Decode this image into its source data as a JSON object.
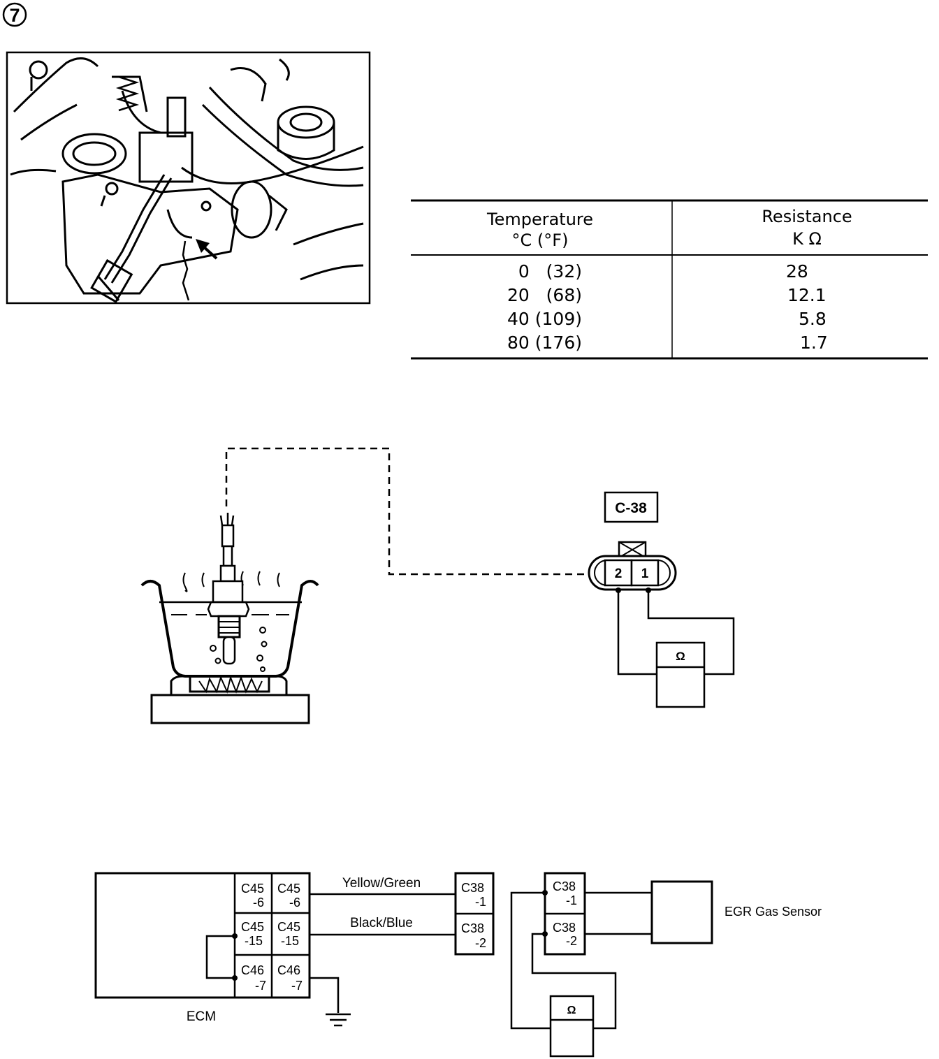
{
  "step_number": "7",
  "table": {
    "header_temperature_line1": "Temperature",
    "header_temperature_line2": "°C (°F)",
    "header_resistance_line1": "Resistance",
    "header_resistance_line2": "K Ω",
    "rows": [
      {
        "temperature": "0   (32)",
        "resistance": "28"
      },
      {
        "temperature": "20   (68)",
        "resistance": "12.1"
      },
      {
        "temperature": "40 (109)",
        "resistance": "5.8"
      },
      {
        "temperature": "80 (176)",
        "resistance": "1.7"
      }
    ]
  },
  "test_diagram": {
    "connector_label": "C-38",
    "pin_2": "2",
    "pin_1": "1",
    "ohmmeter_symbol": "Ω"
  },
  "wiring": {
    "ecm_label": "ECM",
    "ecm_terminals": [
      {
        "line1": "C45",
        "line2": "-6"
      },
      {
        "line1": "C45",
        "line2": "-15"
      },
      {
        "line1": "C46",
        "line2": "-7"
      }
    ],
    "harness_terminals": [
      {
        "line1": "C45",
        "line2": "-6"
      },
      {
        "line1": "C45",
        "line2": "-15"
      },
      {
        "line1": "C46",
        "line2": "-7"
      }
    ],
    "wire_1": "Yellow/Green",
    "wire_2": "Black/Blue",
    "connector_left": [
      {
        "line1": "C38",
        "line2": "-1"
      },
      {
        "line1": "C38",
        "line2": "-2"
      }
    ],
    "connector_right": [
      {
        "line1": "C38",
        "line2": "-1"
      },
      {
        "line1": "C38",
        "line2": "-2"
      }
    ],
    "sensor_label": "EGR Gas Sensor",
    "ohmmeter_symbol": "Ω"
  }
}
